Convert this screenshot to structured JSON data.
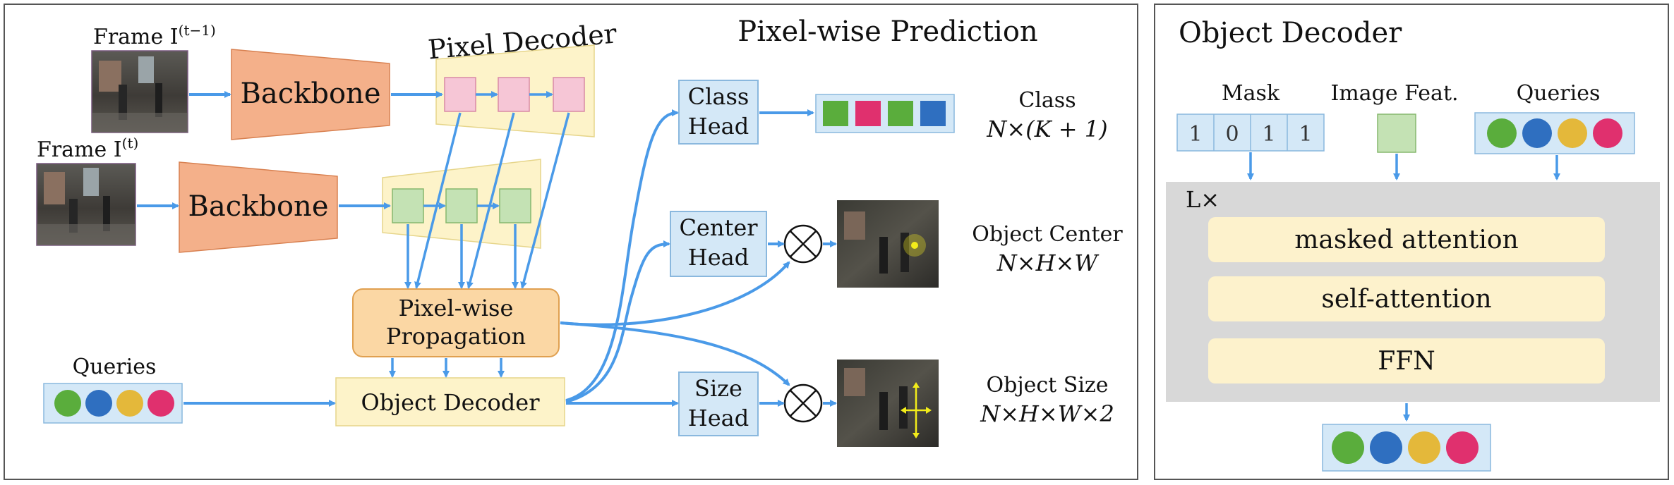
{
  "left_panel": {
    "frame_prev": "Frame I",
    "frame_prev_sup": "(t−1)",
    "frame_curr": "Frame I",
    "frame_curr_sup": "(t)",
    "backbone_label": "Backbone",
    "pixel_decoder_title": "Pixel Decoder",
    "pixel_wise_prediction_title": "Pixel-wise Prediction",
    "propagation_label_line1": "Pixel-wise",
    "propagation_label_line2": "Propagation",
    "queries_label": "Queries",
    "object_decoder_label": "Object Decoder",
    "class_head_line1": "Class",
    "class_head_line2": "Head",
    "center_head_line1": "Center",
    "center_head_line2": "Head",
    "size_head_line1": "Size",
    "size_head_line2": "Head",
    "class_output_name": "Class",
    "class_output_dims": "N×(K + 1)",
    "center_output_name": "Object Center",
    "center_output_dims": "N×H×W",
    "size_output_name": "Object Size",
    "size_output_dims": "N×H×W×2"
  },
  "right_panel": {
    "title": "Object Decoder",
    "mask_label": "Mask",
    "mask_values": [
      "1",
      "0",
      "1",
      "1"
    ],
    "image_feat_label": "Image Feat.",
    "queries_label": "Queries",
    "repeat_label": "L×",
    "layers": [
      "masked attention",
      "self-attention",
      "FFN"
    ]
  },
  "colors": {
    "arrow": "#4a9ae8",
    "backbone_fill": "#f4b08a",
    "pixel_decoder_fill": "#fdf3c9",
    "pink_feature": "#f6c6d6",
    "green_feature": "#c4e2b4",
    "head_fill": "#d4e8f7",
    "propagation_fill": "#fbd7a4",
    "layer_fill": "#fdf2cc",
    "repeat_block": "#d8d8d8",
    "query_colors": [
      "#5aad3c",
      "#2f6fc0",
      "#e4b83a",
      "#e0306e"
    ],
    "class_colors": [
      "#5aad3c",
      "#e0306e",
      "#5aad3c",
      "#2f6fc0"
    ]
  }
}
